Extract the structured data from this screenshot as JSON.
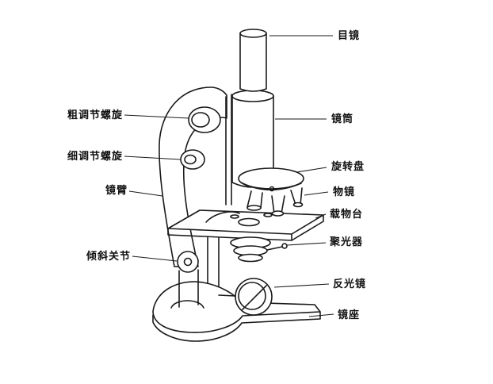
{
  "diagram": {
    "background": "#ffffff",
    "stroke_color": "#1a1a1a",
    "subject": "microscope",
    "labels_left": [
      {
        "text": "粗调节螺旋"
      },
      {
        "text": "细调节螺旋"
      },
      {
        "text": "镜臂"
      },
      {
        "text": "倾斜关节"
      }
    ],
    "labels_right": [
      {
        "text": "目镜"
      },
      {
        "text": "镜筒"
      },
      {
        "text": "旋转盘"
      },
      {
        "text": "物镜"
      },
      {
        "text": "载物台"
      },
      {
        "text": "聚光器"
      },
      {
        "text": "反光镜"
      },
      {
        "text": "镜座"
      }
    ]
  }
}
